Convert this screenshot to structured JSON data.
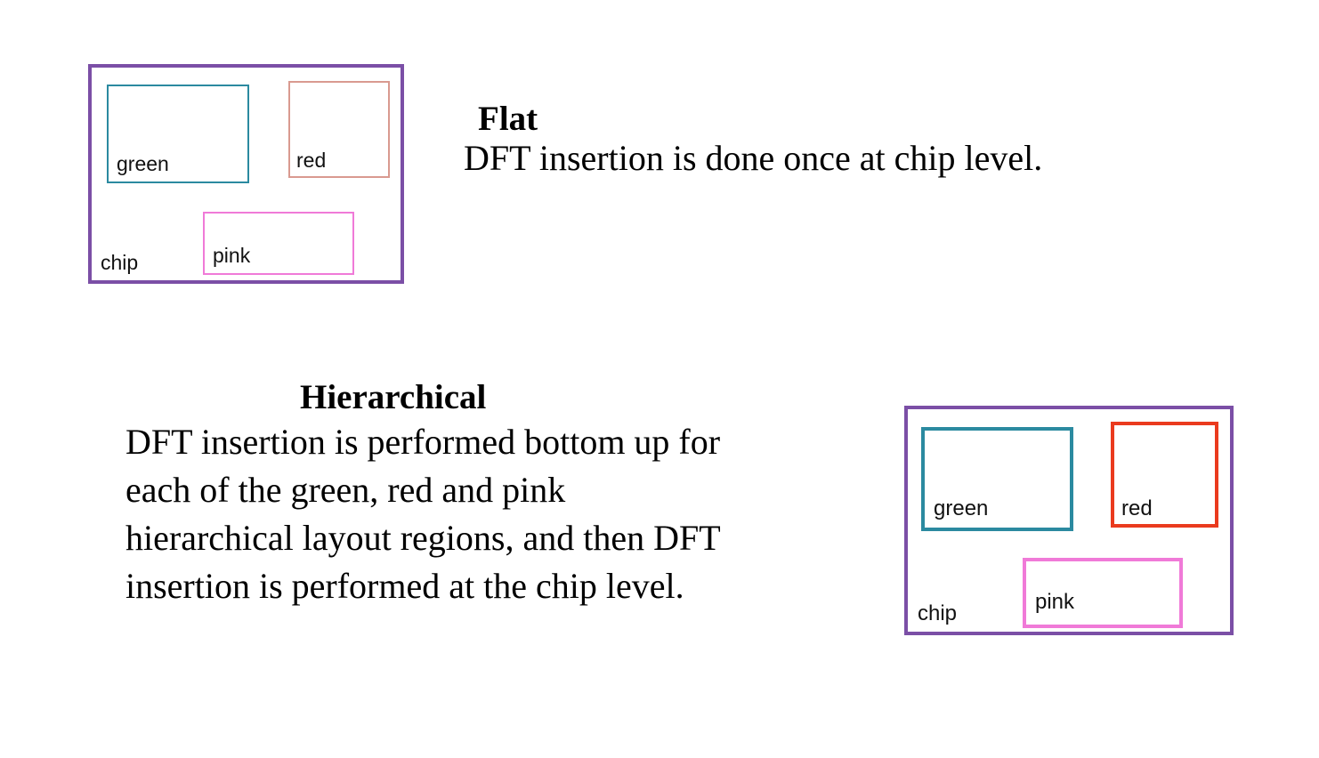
{
  "colors": {
    "chip_border": "#7b4fa6",
    "green": "#2b8aa0",
    "red_flat": "#d99a90",
    "red_hier": "#ea3a1e",
    "pink": "#f07ad8"
  },
  "flat": {
    "title": "Flat",
    "description": "DFT insertion is done once at chip level.",
    "diagram": {
      "green_label": "green",
      "red_label": "red",
      "pink_label": "pink",
      "chip_label": "chip"
    }
  },
  "hierarchical": {
    "title": "Hierarchical",
    "description_lines": [
      "DFT insertion is performed bottom up  for",
      "each of the green, red and pink",
      "hierarchical layout regions, and then DFT",
      "insertion is performed at the chip level."
    ],
    "diagram": {
      "green_label": "green",
      "red_label": "red",
      "pink_label": "pink",
      "chip_label": "chip"
    }
  }
}
